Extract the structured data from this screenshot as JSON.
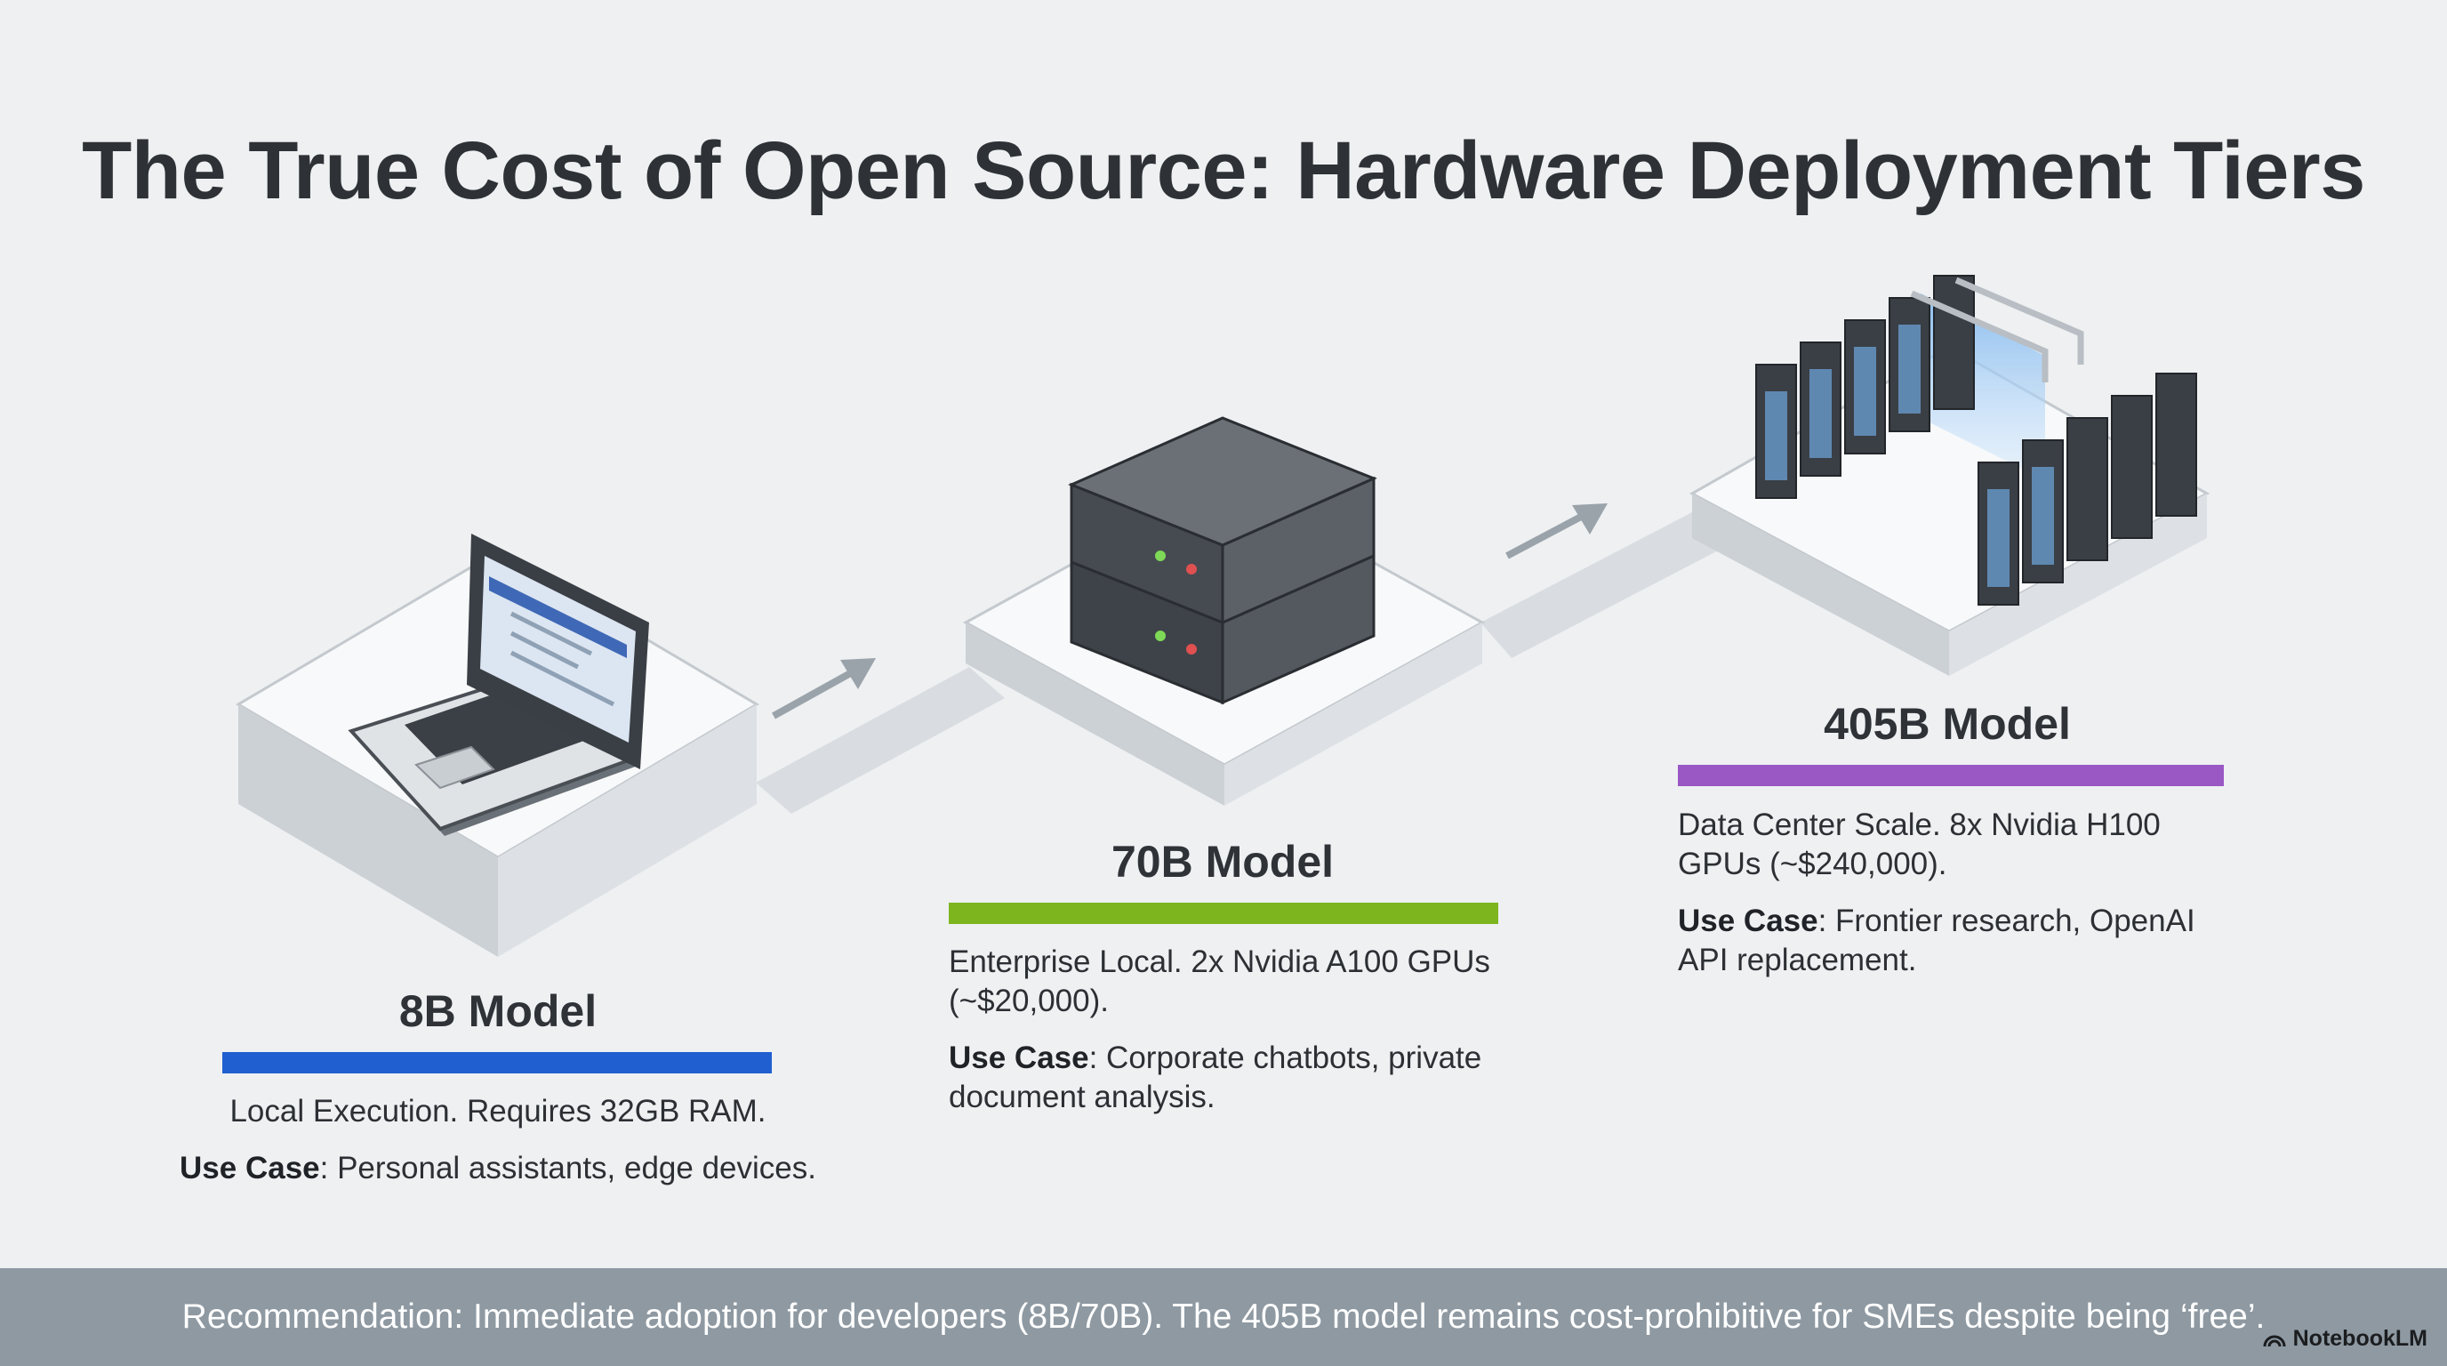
{
  "title": "The True Cost of Open Source: Hardware Deployment Tiers",
  "tiers": [
    {
      "name": "8B Model",
      "color": "#1f5fcf",
      "icon": "laptop-icon",
      "description": "Local Execution. Requires 32GB RAM.",
      "use_case_label": "Use Case",
      "use_case": ": Personal assistants, edge devices."
    },
    {
      "name": "70B Model",
      "color": "#7cb51e",
      "icon": "server-stack-icon",
      "description": "Enterprise Local. 2x Nvidia A100 GPUs (~$20,000).",
      "use_case_label": "Use Case",
      "use_case": ": Corporate chatbots, private document analysis."
    },
    {
      "name": "405B Model",
      "color": "#9a58c4",
      "icon": "data-center-icon",
      "description": "Data Center Scale. 8x Nvidia H100 GPUs (~$240,000).",
      "use_case_label": "Use Case",
      "use_case": ": Frontier research, OpenAI API replacement."
    }
  ],
  "footer": {
    "text": "Recommendation: Immediate adoption for developers (8B/70B). The 405B model remains cost-prohibitive for SMEs despite being ‘free’.",
    "brand": "NotebookLM"
  }
}
